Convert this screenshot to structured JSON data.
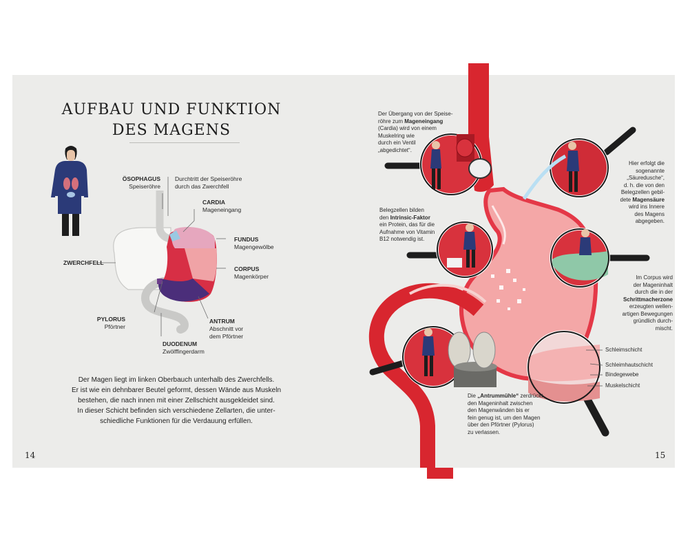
{
  "left_page": {
    "title_line1": "AUFBAU UND FUNKTION",
    "title_line2": "DES MAGENS",
    "labels": {
      "oesophagus_title": "ÖSOPHAGUS",
      "oesophagus_sub": "Speiseröhre",
      "zwerchfell_note_1": "Durchtritt der Speiseröhre",
      "zwerchfell_note_2": "durch das Zwerchfell",
      "cardia_title": "CARDIA",
      "cardia_sub": "Mageneingang",
      "fundus_title": "FUNDUS",
      "fundus_sub": "Magengewölbe",
      "zwerchfell": "ZWERCHFELL",
      "corpus_title": "CORPUS",
      "corpus_sub": "Magenkörper",
      "pylorus_title": "PYLORUS",
      "pylorus_sub": "Pförtner",
      "antrum_title": "ANTRUM",
      "antrum_sub_1": "Abschnitt vor",
      "antrum_sub_2": "dem Pförtner",
      "duodenum_title": "DUODENUM",
      "duodenum_sub": "Zwölffingerdarm"
    },
    "body_lines": [
      "Der Magen liegt im linken Oberbauch unterhalb des Zwerchfells.",
      "Er ist wie ein dehnbarer Beutel geformt, dessen Wände aus Muskeln",
      "bestehen, die nach innen mit einer Zellschicht ausgekleidet sind.",
      "In dieser Schicht befinden sich verschiedene Zellarten, die unter-",
      "schiedliche Funktionen für die Verdauung erfüllen."
    ],
    "page_number": "14"
  },
  "right_page": {
    "cardia_text": [
      [
        "Der Übergang von der Speise-",
        ""
      ],
      [
        "röhre zum ",
        "Mageneingang"
      ],
      [
        "(Cardia) wird von einem",
        ""
      ],
      [
        "Muskelring wie",
        ""
      ],
      [
        "durch ein Ventil",
        ""
      ],
      [
        "„abgedichtet“.",
        ""
      ]
    ],
    "saeure_text": [
      [
        "Hier erfolgt die",
        ""
      ],
      [
        "sogenannte",
        ""
      ],
      [
        "„Säuredusche“,",
        ""
      ],
      [
        "d. h. die von den",
        ""
      ],
      [
        "Belegzellen gebil-",
        ""
      ],
      [
        "dete ",
        "Magensäure"
      ],
      [
        "wird ins Innere",
        ""
      ],
      [
        "des Magens",
        ""
      ],
      [
        "abgegeben.",
        ""
      ]
    ],
    "beleg_text": [
      [
        "Belegzellen bilden",
        ""
      ],
      [
        "den ",
        "Intrinsic-Faktor"
      ],
      [
        "ein Protein, das für die",
        ""
      ],
      [
        "Aufnahme von Vitamin",
        ""
      ],
      [
        "B12 notwendig ist.",
        ""
      ]
    ],
    "corpus_text": [
      [
        "Im Corpus wird",
        ""
      ],
      [
        "der Mageninhalt",
        ""
      ],
      [
        "durch die in der",
        ""
      ],
      [
        "",
        "Schrittmacherzone"
      ],
      [
        "erzeugten wellen-",
        ""
      ],
      [
        "artigen Bewegungen",
        ""
      ],
      [
        "gründlich durch-",
        ""
      ],
      [
        "mischt.",
        ""
      ]
    ],
    "antrum_text": [
      [
        "Die ",
        "„Antrummühle“",
        " zerdrückt"
      ],
      [
        "den Mageninhalt zwischen",
        "",
        ""
      ],
      [
        "den Magenwänden bis er",
        "",
        ""
      ],
      [
        "fein genug ist, um den Magen",
        "",
        ""
      ],
      [
        "über den Pförtner (Pylorus)",
        "",
        ""
      ],
      [
        "zu verlassen.",
        "",
        ""
      ]
    ],
    "layers": {
      "schleimschicht": "Schleimschicht",
      "schleimhautschicht": "Schleimhautschicht",
      "bindegewebe": "Bindegewebe",
      "muskelschicht": "Muskelschicht"
    },
    "page_number": "15"
  },
  "colors": {
    "paper": "#ececea",
    "esophagus_red": "#d8262f",
    "stomach_pink": "#f0a3a6",
    "fundus": "#e6a7be",
    "corpus": "#d72f45",
    "antrum": "#4b2e7a",
    "cardia": "#9ac9e2"
  }
}
